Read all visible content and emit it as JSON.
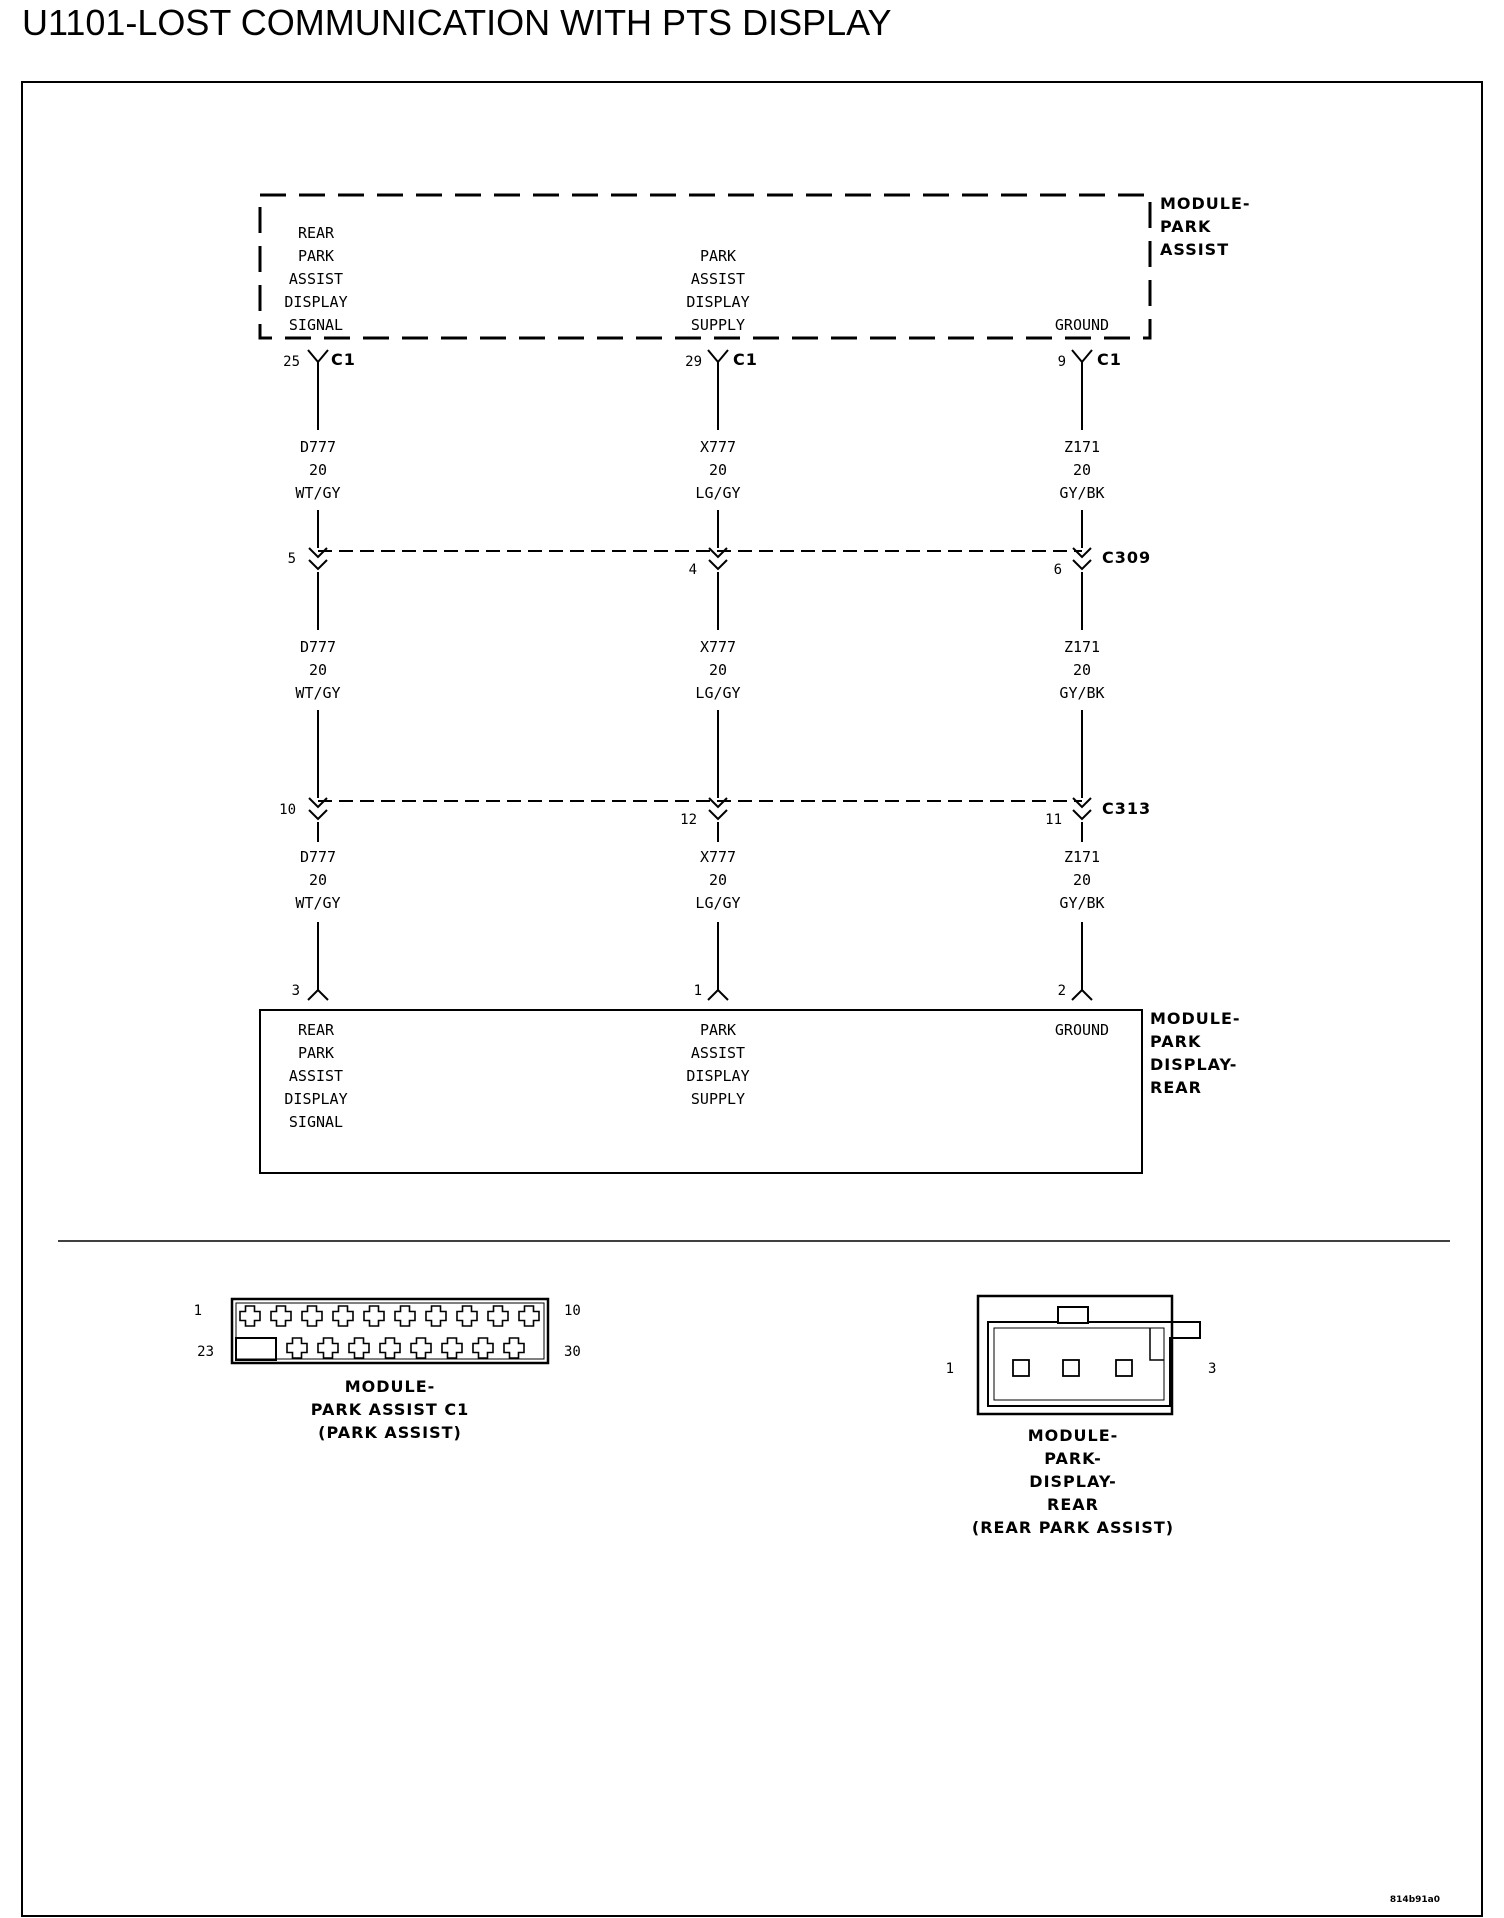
{
  "title": "U1101-LOST COMMUNICATION WITH PTS DISPLAY",
  "module_top": {
    "name_lines": [
      "MODULE-",
      "PARK",
      "ASSIST"
    ],
    "pins": [
      {
        "lines": [
          "REAR",
          "PARK",
          "ASSIST",
          "DISPLAY",
          "SIGNAL"
        ],
        "cavity": "25",
        "connector": "C1"
      },
      {
        "lines": [
          "PARK",
          "ASSIST",
          "DISPLAY",
          "SUPPLY"
        ],
        "cavity": "29",
        "connector": "C1"
      },
      {
        "lines": [
          "GROUND"
        ],
        "cavity": "9",
        "connector": "C1"
      }
    ]
  },
  "wires": [
    {
      "circuit": "D777",
      "gauge": "20",
      "color": "WT/GY"
    },
    {
      "circuit": "X777",
      "gauge": "20",
      "color": "LG/GY"
    },
    {
      "circuit": "Z171",
      "gauge": "20",
      "color": "GY/BK"
    }
  ],
  "connectors": [
    {
      "name": "C309",
      "cavities": [
        "5",
        "4",
        "6"
      ]
    },
    {
      "name": "C313",
      "cavities": [
        "10",
        "12",
        "11"
      ]
    }
  ],
  "module_bottom": {
    "name_lines": [
      "MODULE-",
      "PARK",
      "DISPLAY-",
      "REAR"
    ],
    "cavities": [
      "3",
      "1",
      "2"
    ],
    "pins": [
      {
        "lines": [
          "REAR",
          "PARK",
          "ASSIST",
          "DISPLAY",
          "SIGNAL"
        ]
      },
      {
        "lines": [
          "PARK",
          "ASSIST",
          "DISPLAY",
          "SUPPLY"
        ]
      },
      {
        "lines": [
          "GROUND"
        ]
      }
    ]
  },
  "connector_view_c1": {
    "pin_top_left": "1",
    "pin_top_right": "10",
    "pin_bottom_left": "23",
    "pin_bottom_right": "30",
    "label_lines": [
      "MODULE-",
      "PARK ASSIST C1",
      "(PARK ASSIST)"
    ]
  },
  "connector_view_rear": {
    "pin_left": "1",
    "pin_right": "3",
    "label_lines": [
      "MODULE-",
      "PARK-",
      "DISPLAY-",
      "REAR",
      "(REAR PARK ASSIST)"
    ]
  },
  "figure_code": "814b91a0"
}
